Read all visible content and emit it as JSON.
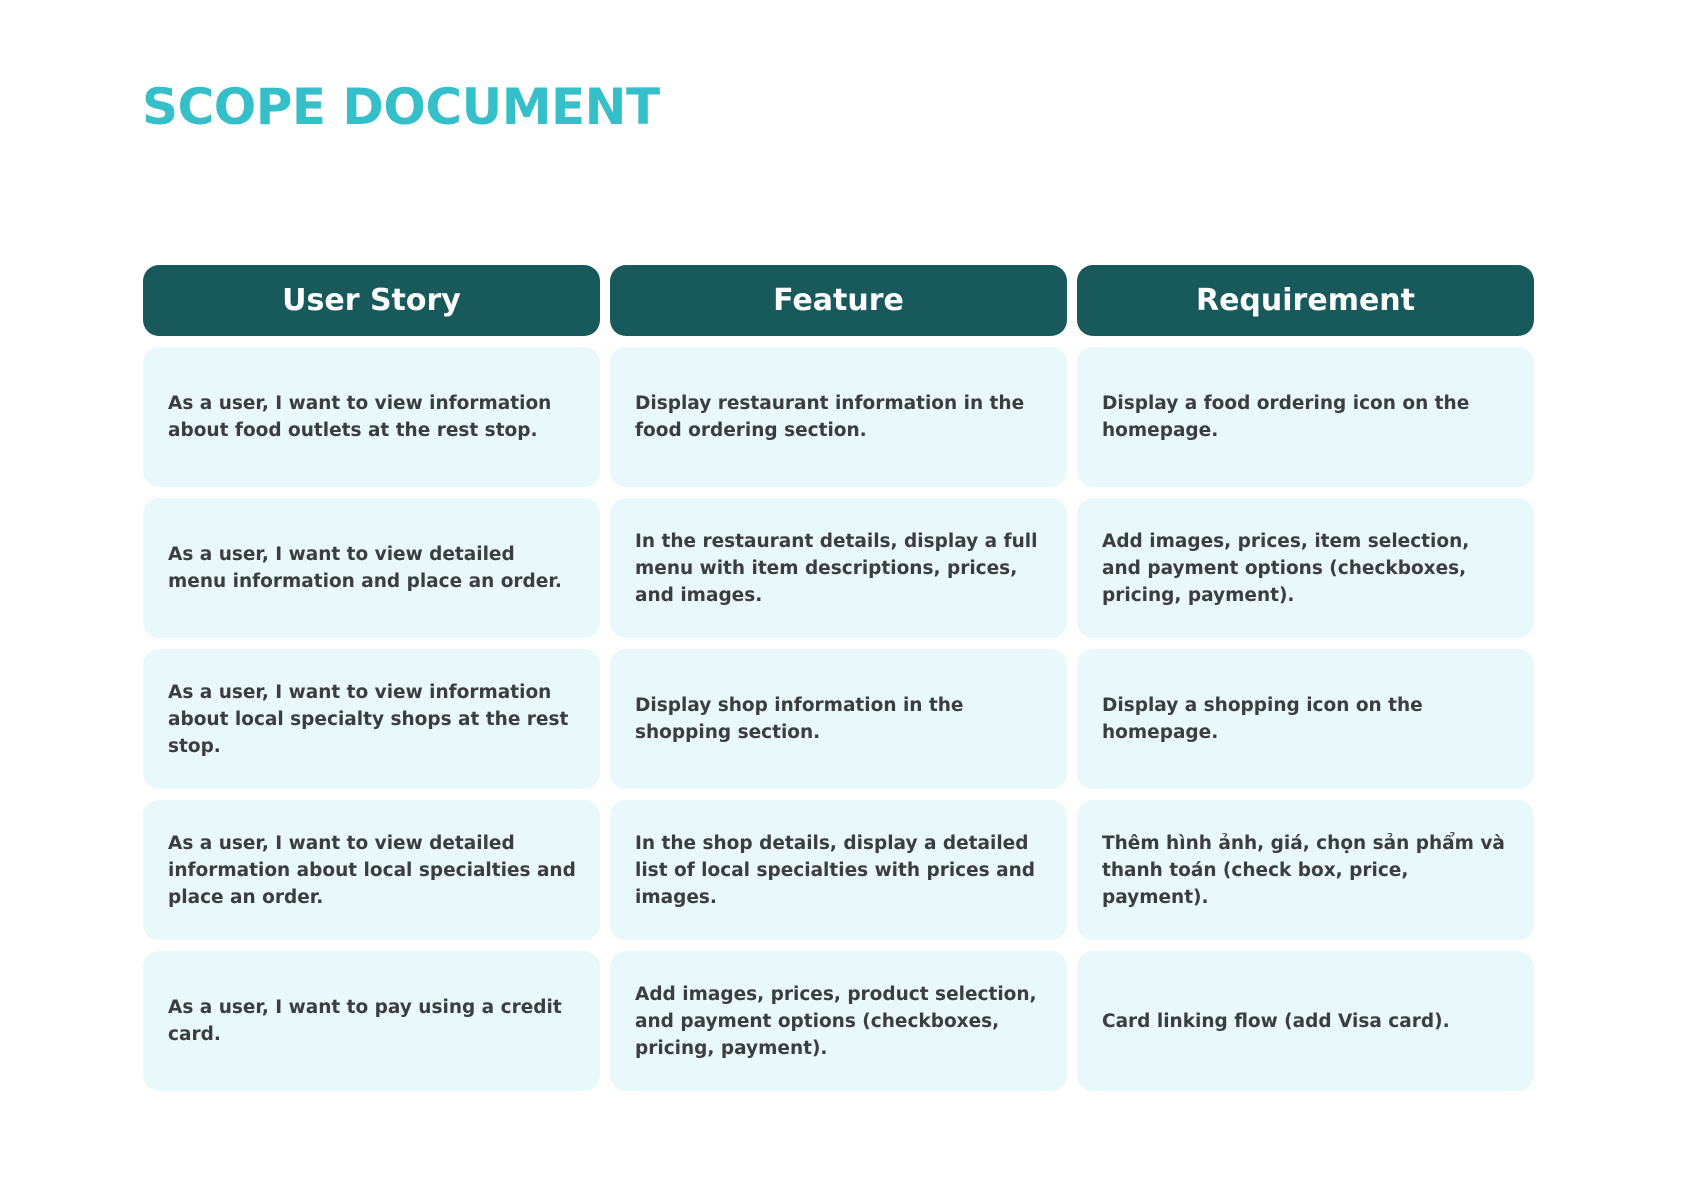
{
  "title": "SCOPE DOCUMENT",
  "table": {
    "headers": [
      "User Story",
      "Feature",
      "Requirement"
    ],
    "rows": [
      {
        "user_story": "As a user, I want to view information about food outlets at the rest stop.",
        "feature": "Display restaurant information in the food ordering section.",
        "requirement": "Display a food ordering icon on the homepage."
      },
      {
        "user_story": "As a user, I want to view detailed menu information and place an order.",
        "feature": "In the restaurant details, display a full menu with item descriptions, prices, and images.",
        "requirement": "Add images, prices, item selection, and payment options (checkboxes, pricing, payment)."
      },
      {
        "user_story": "As a user, I want to view information about local specialty shops at the rest stop.",
        "feature": "Display shop information in the shopping section.",
        "requirement": "Display a shopping icon on the homepage."
      },
      {
        "user_story": "As a user, I want to view detailed information about local specialties and place an order.",
        "feature": "In the shop details, display a detailed list of local specialties with prices and images.",
        "requirement": "Thêm hình ảnh, giá, chọn sản phẩm và thanh toán (check box, price, payment)."
      },
      {
        "user_story": "As a user, I want to pay using a credit card.",
        "feature": "Add images, prices, product selection, and payment options (checkboxes, pricing, payment).",
        "requirement": "Card linking flow (add Visa card)."
      }
    ]
  },
  "colors": {
    "title": "#35bfc9",
    "header_bg": "#185a5c",
    "cell_bg": "#e9f8fa",
    "text": "#3a3d42"
  }
}
